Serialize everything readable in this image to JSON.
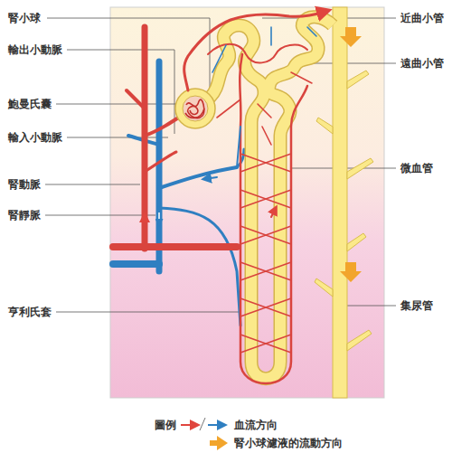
{
  "diagram": {
    "labels": [
      "腎小球",
      "輸出小動脈",
      "鮑曼氏囊",
      "輸入小動脈",
      "腎動脈",
      "腎靜脈",
      "亨利氏套",
      "近曲小管",
      "遠曲小管",
      "微血管",
      "集尿管",
      "圖例"
    ],
    "legend": [
      {
        "text": "血流方向"
      },
      {
        "text": "腎小球濾液的流動方向"
      }
    ]
  }
}
